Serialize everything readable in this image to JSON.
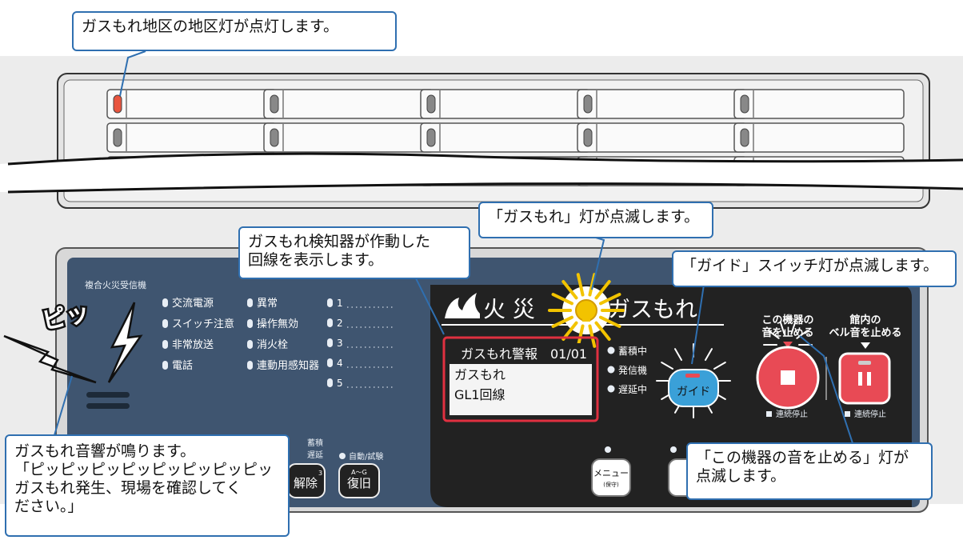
{
  "callouts": {
    "zone_lamp": "ガスもれ地区の地区灯が点灯します。",
    "circuit": "ガスもれ検知器が作動した\n回線を表示します。",
    "gas_lamp": "「ガスもれ」灯が点滅します。",
    "guide_lamp": "「ガイド」スイッチ灯が点滅します。",
    "stop_lamp": "「この機器の音を止める」灯が\n点滅します。",
    "sound": "ガスもれ音響が鳴ります。\n「ピッピッピッピッピッピッピッピッ\nガスもれ発生、現場を確認してく\nださい。」"
  },
  "panel": {
    "model": "複合火災受信機",
    "beep": "ピッ",
    "status_col1": [
      "交流電源",
      "スイッチ注意",
      "非常放送",
      "電話"
    ],
    "status_col2": [
      "異常",
      "操作無効",
      "消火栓",
      "連動用感知器"
    ],
    "numbered": [
      "1",
      "2",
      "3",
      "4",
      "5"
    ],
    "fire_label": "火 災",
    "gas_label": "ガスもれ",
    "lcd_line1": "ガスもれ警報　01/01",
    "lcd_line2": "ガスもれ",
    "lcd_line3": "GL1回線",
    "indicators": [
      "蓄積中",
      "発信機",
      "遅延中"
    ],
    "guide_label": "ガイド",
    "stop_this_label1": "この機器の",
    "stop_this_label2": "音を止める",
    "stop_bell_label1": "館内の",
    "stop_bell_label2": "ベル音を止める",
    "continuous_stop": "連続停止",
    "accum_label": "蓄積",
    "delay_label": "遅延",
    "auto_test_label": "自動/試験",
    "release_label": "解除",
    "release_sup": "3",
    "restore_label": "復旧",
    "restore_sup": "A〜G",
    "menu_label": "メニュー",
    "menu_sub": "(保守)"
  },
  "colors": {
    "panel_blue": "#3f5570",
    "display_black": "#222222",
    "alarm_red": "#e84a55",
    "callout_border": "#2f6fb0",
    "guide_blue": "#3aa0d8",
    "lamp_lit": "#e8553f"
  }
}
